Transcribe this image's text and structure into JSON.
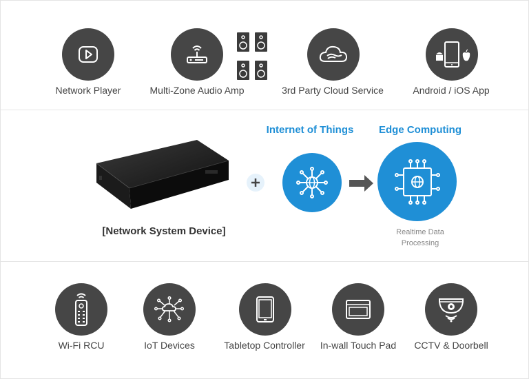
{
  "top_row": {
    "items": [
      {
        "label": "Network Player",
        "icon": "play-icon"
      },
      {
        "label": "Multi-Zone Audio Amp",
        "icon": "router-icon"
      },
      {
        "label": "3rd Party Cloud Service",
        "icon": "cloud-icon"
      },
      {
        "label": "Android / iOS App",
        "icon": "smartphone-icon"
      }
    ]
  },
  "middle": {
    "device_caption": "[Network System Device]",
    "iot_title": "Internet of Things",
    "edge_title": "Edge Computing",
    "edge_caption_line1": "Realtime Data",
    "edge_caption_line2": "Processing"
  },
  "bottom_row": {
    "items": [
      {
        "label": "Wi-Fi RCU",
        "icon": "remote-icon"
      },
      {
        "label": "IoT Devices",
        "icon": "iot-network-icon"
      },
      {
        "label": "Tabletop Controller",
        "icon": "tablet-icon"
      },
      {
        "label": "In-wall Touch Pad",
        "icon": "touchpad-icon"
      },
      {
        "label": "CCTV & Doorbell",
        "icon": "camera-icon"
      }
    ]
  },
  "colors": {
    "accent": "#1f8fd6",
    "icon_circle": "#464646",
    "text": "#444444"
  }
}
